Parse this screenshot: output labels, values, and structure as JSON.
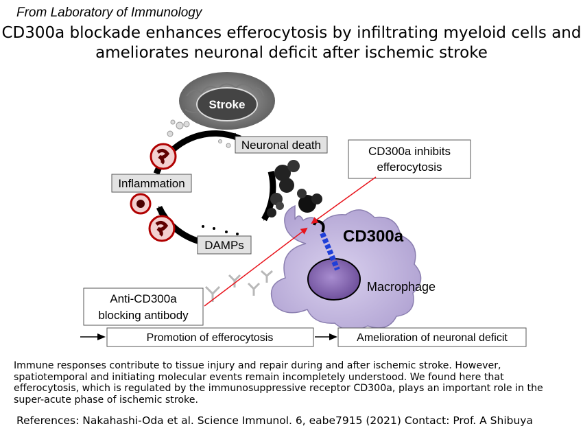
{
  "header": {
    "lab": "From Laboratory of Immunology",
    "title_line1": "CD300a blockade enhances efferocytosis by infiltrating myeloid cells and",
    "title_line2": "ameliorates neuronal deficit after ischemic stroke"
  },
  "diagram": {
    "stroke": "Stroke",
    "neuronal_death": "Neuronal death",
    "inflammation": "Inflammation",
    "damps": "DAMPs",
    "inhibits_line1": "CD300a inhibits",
    "inhibits_line2": "efferocytosis",
    "cd300a": "CD300a",
    "macrophage": "Macrophage",
    "antibody_line1": "Anti-CD300a",
    "antibody_line2": "blocking antibody",
    "promotion": "Promotion of efferocytosis",
    "amelioration": "Amelioration of neuronal deficit"
  },
  "colors": {
    "red_arrow": "#e8141c",
    "macrophage_fill": "#b7a9d6",
    "nucleus_fill": "#7e5fa8",
    "receptor_blue": "#1f3fd8",
    "label_box": "#e2e2e2"
  },
  "abstract": {
    "line1": "Immune responses contribute to tissue injury and repair during and after ischemic stroke. However,",
    "line2": "spatiotemporal and initiating molecular events remain incompletely understood. We found here that",
    "line3": "efferocytosis, which is regulated by the immunosuppressive receptor CD300a, plays an important role in the",
    "line4": "super-acute phase of ischemic stroke."
  },
  "references": {
    "ref": "References: Nakahashi-Oda et al. Science Immunol. 6, eabe7915 (2021)",
    "contact": "Contact: Prof. A Shibuya"
  }
}
